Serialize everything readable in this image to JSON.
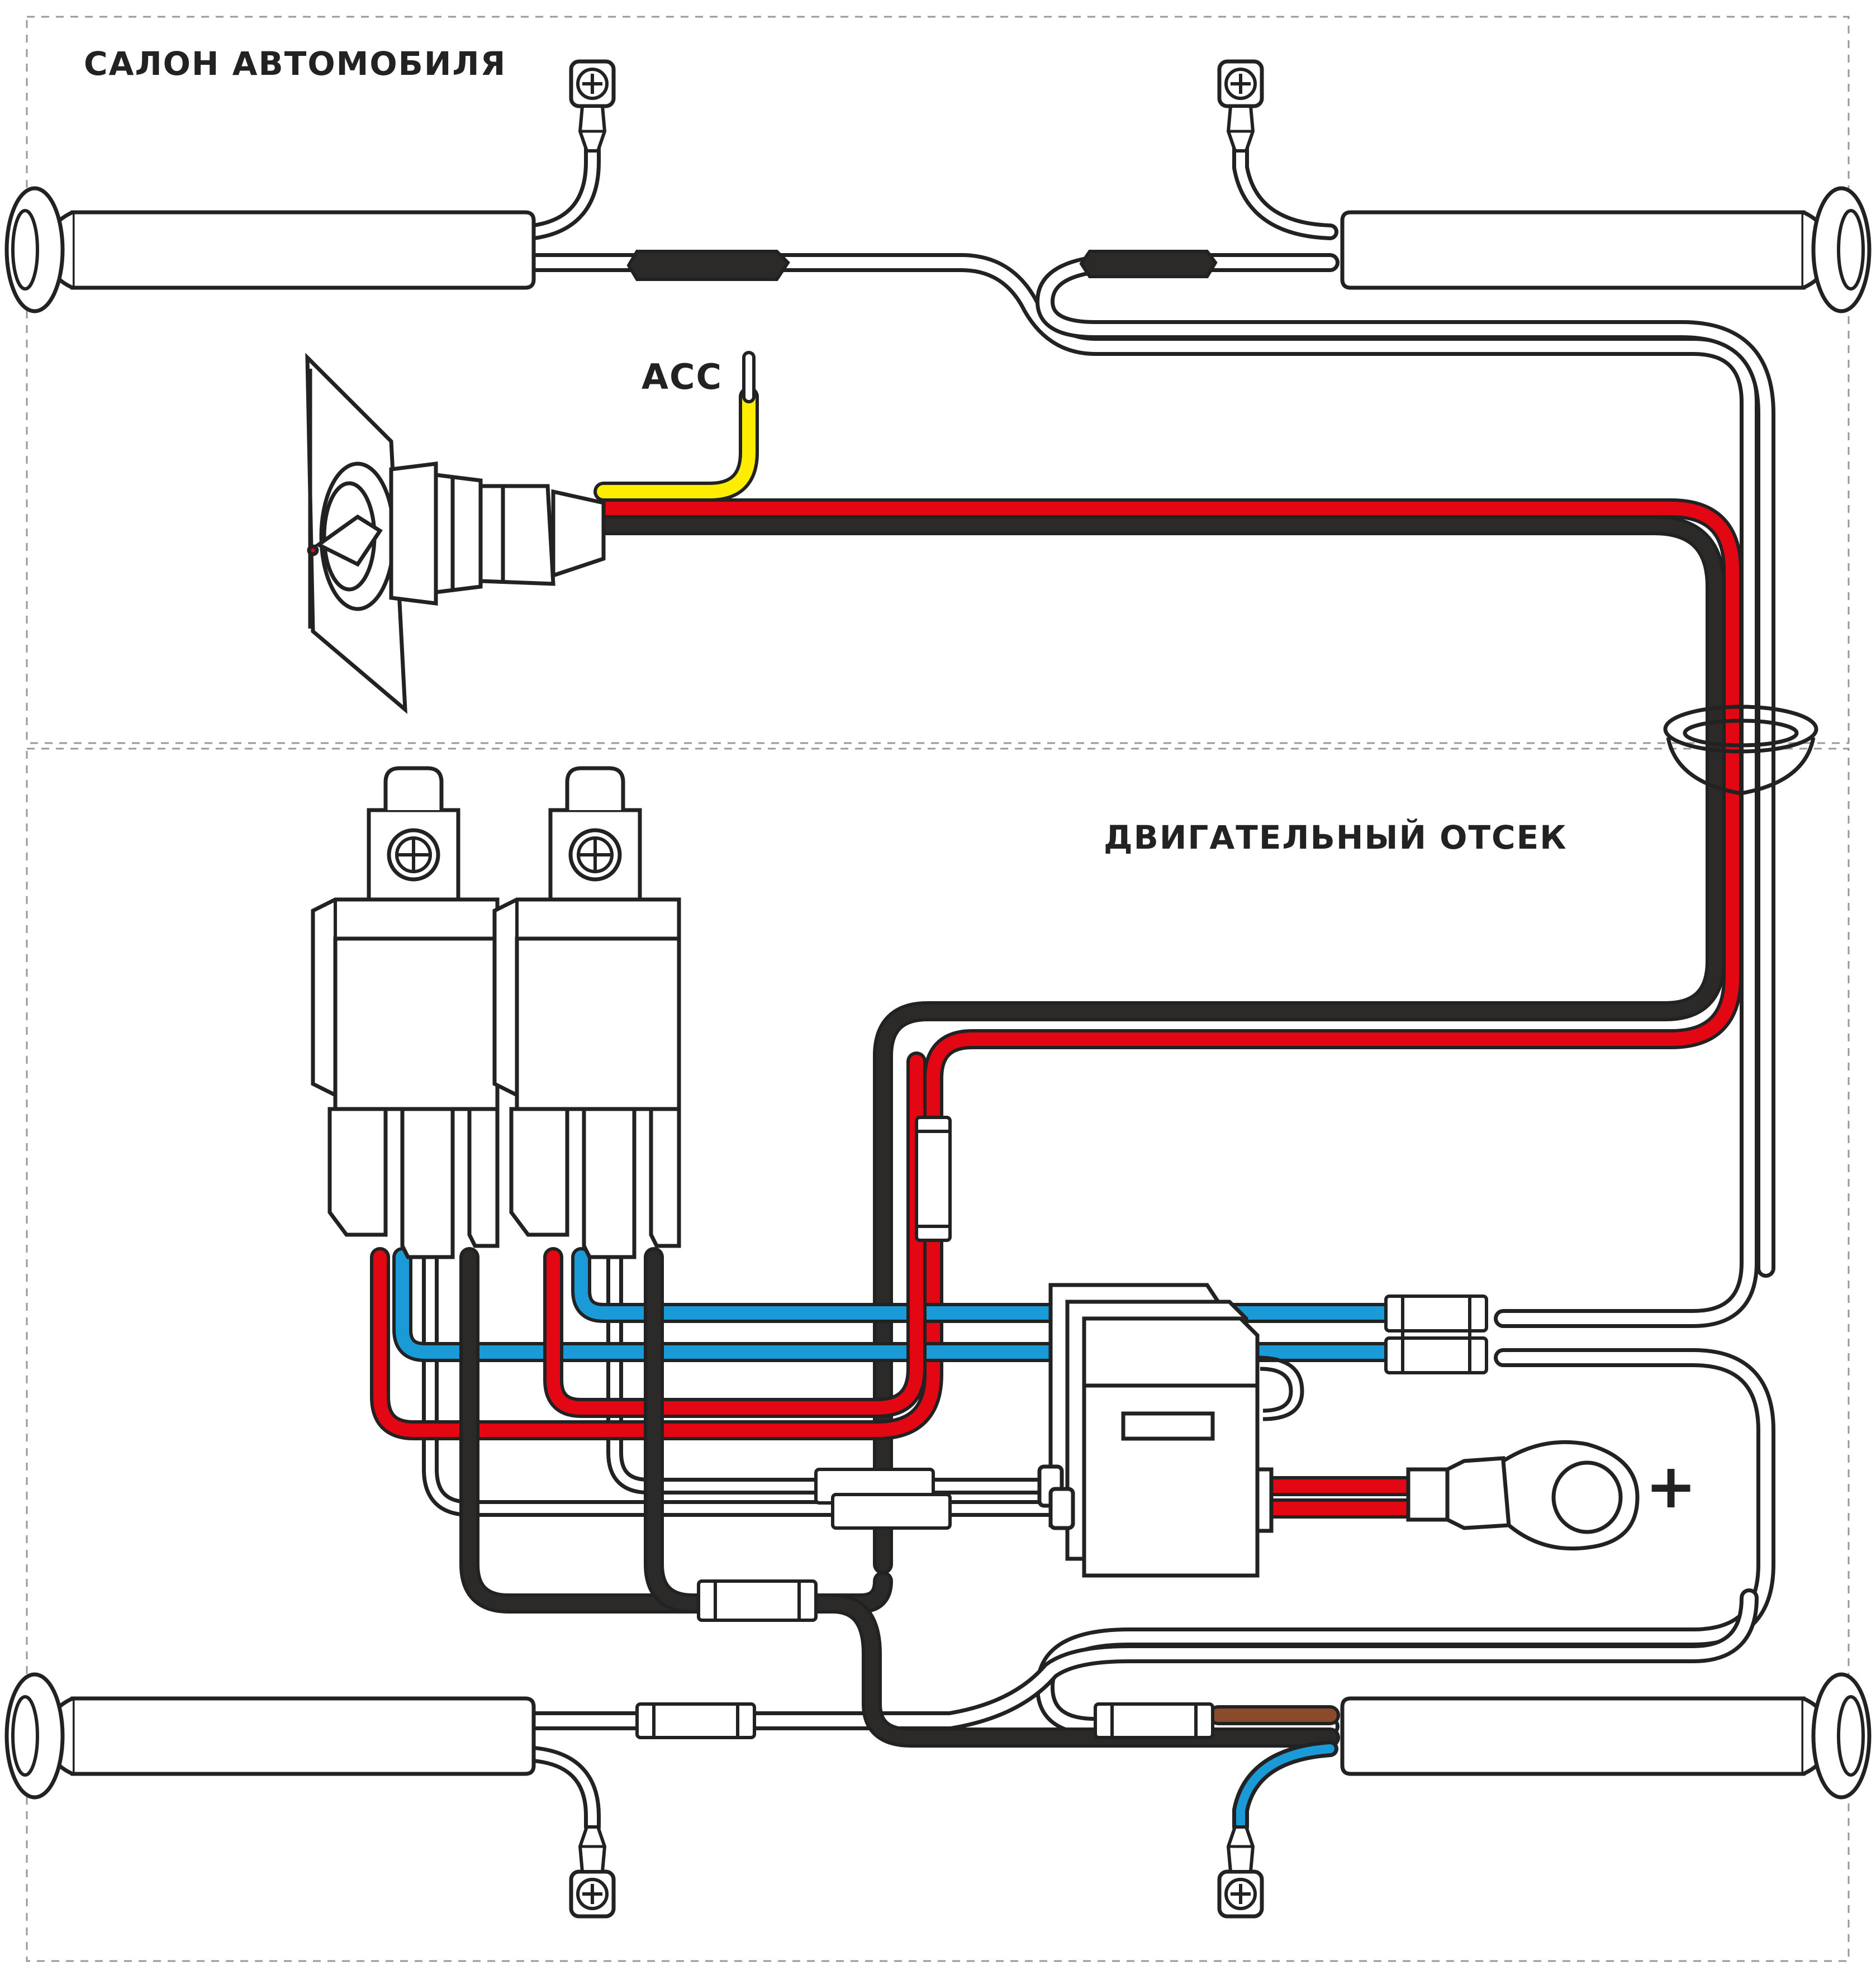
{
  "labels": {
    "cabin": "САЛОН АВТОМОБИЛЯ",
    "engine_bay": "ДВИГАТЕЛЬНЫЙ ОТСЕК",
    "acc": "ACC",
    "battery_plus": "+"
  },
  "colors": {
    "outline": "#222222",
    "red": "#e30613",
    "black": "#2b2a29",
    "blue": "#1a9ad6",
    "yellow": "#ffed00",
    "brown": "#8a4b2d",
    "white": "#ffffff",
    "divider": "#999999"
  },
  "icons": [
    "horn-icon",
    "ring-terminal-icon",
    "toggle-switch-icon",
    "relay-icon",
    "fuse-block-icon",
    "grommet-icon",
    "battery-ring-terminal-icon"
  ]
}
